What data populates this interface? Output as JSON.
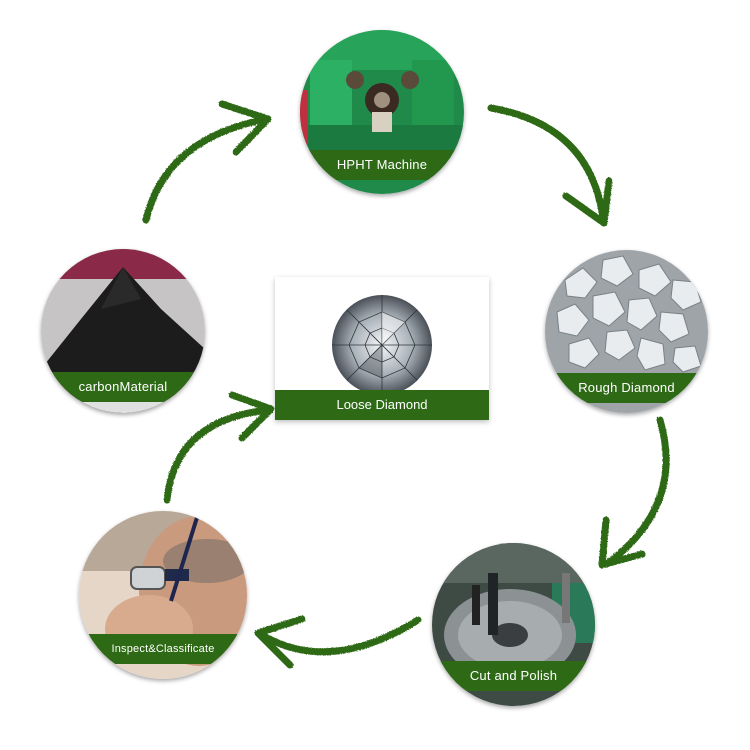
{
  "center": {
    "label": "Loose Diamond",
    "image": "brilliant-cut-diamond"
  },
  "steps": [
    {
      "id": "hpht",
      "label": "HPHT Machine",
      "image": "green-press-machine"
    },
    {
      "id": "rough",
      "label": "Rough Diamond",
      "image": "rough-diamond-crystals"
    },
    {
      "id": "cut",
      "label": "Cut and Polish",
      "image": "polishing-wheel"
    },
    {
      "id": "inspect",
      "label": "Inspect&Classificate",
      "image": "man-with-loupe"
    },
    {
      "id": "carbon",
      "label": "carbonMaterial",
      "image": "black-carbon-powder"
    }
  ],
  "colors": {
    "label_bg": "#2e6a16",
    "arrow": "#2e6a16",
    "label_text": "#ffffff"
  }
}
